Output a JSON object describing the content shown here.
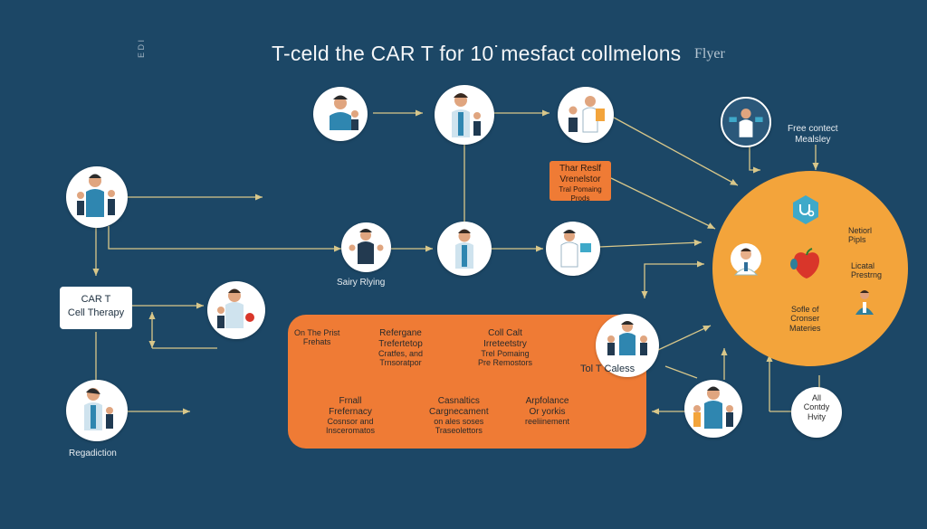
{
  "title": "T-celd the CAR T for 10˙mesfact collmelons",
  "subtitle": "Flyer",
  "side_mark": "E D I",
  "labels": {
    "sairy_rlying": "Sairy Rlying",
    "regadiction": "Regadiction",
    "tol_t_caless": "Tol T Caless",
    "free_contect": "Free contect",
    "free_contect_2": "Mealsley",
    "all": "All",
    "all_2": "Contdy",
    "all_3": "Hvity"
  },
  "car_box": {
    "line1": "CAR T",
    "line2": "Cell Therapy"
  },
  "thar_box": {
    "line1": "Thar Reslf",
    "line2": "Vrenelstor",
    "line3": "Tral Pomaing",
    "line4": "Prods"
  },
  "panel": {
    "c1": {
      "l1": "On The Prist",
      "l2": "Frehats"
    },
    "c2": {
      "l1": "Refergane",
      "l2": "Trefertetop",
      "l3": "Cratfes, and",
      "l4": "Trnsoratpor"
    },
    "c3": {
      "l1": "Coll Calt",
      "l2": "Irreteetstry",
      "l3": "Trel Pomaing",
      "l4": "Pre Remostors"
    },
    "c4": {
      "l1": "Frnall",
      "l2": "Frefernacy",
      "l3": "Cosnsor and",
      "l4": "Insceromatos"
    },
    "c5": {
      "l1": "Casnaltics",
      "l2": "Cargnecament",
      "l3": "on ales soses",
      "l4": "Traseolettors"
    },
    "c6": {
      "l1": "Arpfolance",
      "l2": "Or yorkis",
      "l3": "reeliinement"
    }
  },
  "big_circle": {
    "right1": {
      "l1": "Netiorl",
      "l2": "Pipls"
    },
    "right2": {
      "l1": "Licatal",
      "l2": "Prestrng"
    },
    "center": {
      "l1": "Sofle of",
      "l2": "Cronser",
      "l3": "Materies"
    }
  },
  "colors": {
    "background": "#1c4766",
    "orange": "#ef7b35",
    "amber": "#f3a43b",
    "arrow": "#d8c78a",
    "teal": "#2f7f9a"
  }
}
